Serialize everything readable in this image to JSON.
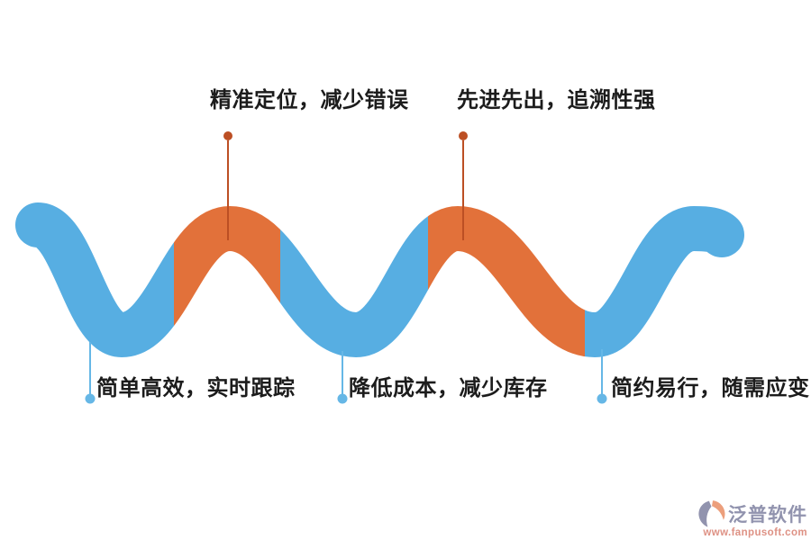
{
  "diagram": {
    "type": "wave-flow-infographic",
    "colors": {
      "wave_blue": "#57aee2",
      "wave_orange": "#e2713a",
      "marker_orange": "#bc4f24",
      "marker_blue": "#66b7e6",
      "label_text": "#1c1c1c"
    },
    "top_labels": [
      {
        "text": "精准定位，减少错误"
      },
      {
        "text": "先进先出，追溯性强"
      }
    ],
    "bottom_labels": [
      {
        "text": "简单高效，实时跟踪"
      },
      {
        "text": "降低成本，减少库存"
      },
      {
        "text": "简约易行，随需应变"
      }
    ]
  },
  "logo": {
    "name": "泛普软件",
    "url": "www.fanpusoft.com",
    "icon_gray": "#9193ae",
    "icon_salmon": "#ec9f7c"
  }
}
